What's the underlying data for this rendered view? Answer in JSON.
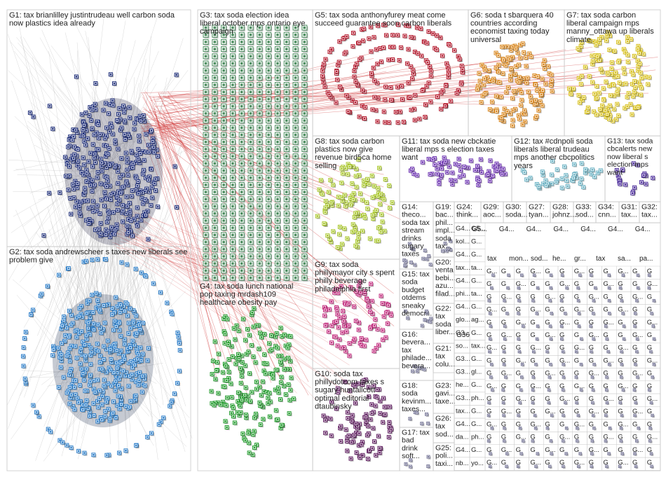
{
  "colors": {
    "background": "#ffffff",
    "box_border": "#c8c8c8",
    "label_text": "#222222",
    "edge_gray": "#bfbfbf",
    "edge_red": "#d23c3c",
    "node_border": "#333333",
    "groups": {
      "G1": "#1f2f7a",
      "G2": "#2c7ec9",
      "G3": "#4f8f62",
      "G4": "#1f9a2a",
      "G5": "#b3162a",
      "G6": "#d9861c",
      "G7": "#d8c11d",
      "G8": "#a8c628",
      "G9": "#c0267a",
      "G10": "#5d1a5e",
      "G11": "#6a2fb0",
      "G12": "#6ab2c4",
      "G13": "#4a2a9a",
      "small": "#7a7a9a"
    }
  },
  "groups": [
    {
      "id": "G1",
      "lines": [
        "G1: tax brianlilley justintrudeau well carbon soda",
        "now plastics idea already"
      ]
    },
    {
      "id": "G2",
      "lines": [
        "G2: tax soda andrewscheer s taxes new liberals see",
        "problem give"
      ]
    },
    {
      "id": "G3",
      "lines": [
        "G3: tax soda election idea",
        "liberal october mps ontario eye",
        "campaign"
      ]
    },
    {
      "id": "G4",
      "lines": [
        "G4: tax soda lunch national",
        "pop taxing mrdash109",
        "healthcare obesity pay"
      ]
    },
    {
      "id": "G5",
      "lines": [
        "G5: tax soda anthonyfurey meat come",
        "succeed guarantee soon carbon liberals"
      ]
    },
    {
      "id": "G6",
      "lines": [
        "G6: soda t sbarquera 40",
        "countries according",
        "economist taxing today",
        "universal"
      ]
    },
    {
      "id": "G7",
      "lines": [
        "G7: tax soda carbon",
        "liberal campaign mps",
        "manny_ottawa up liberals",
        "climate"
      ]
    },
    {
      "id": "G8",
      "lines": [
        "G8: tax soda carbon",
        "plastics now give",
        "revenue bird5ca home",
        "selling"
      ]
    },
    {
      "id": "G9",
      "lines": [
        "G9: tax soda",
        "phillymayor city s spent",
        "philly beverage",
        "philadelphia first"
      ]
    },
    {
      "id": "G10",
      "lines": [
        "G10: soda tax",
        "phillydotcom taxes s",
        "sugary huntallcott",
        "optimal editorial",
        "dtaubinsky"
      ]
    },
    {
      "id": "G11",
      "lines": [
        "G11: tax soda new cbckatie",
        "liberal mps s election taxes",
        "want"
      ]
    },
    {
      "id": "G12",
      "lines": [
        "G12: tax #cdnpoli soda",
        "liberals liberal trudeau",
        "mps another cbcpolitics",
        "years"
      ]
    },
    {
      "id": "G13",
      "lines": [
        "G13: tax soda",
        "cbcalerts new",
        "now liberal s",
        "election mps",
        "want"
      ]
    },
    {
      "id": "G14",
      "lines": [
        "G14:",
        "theco...",
        "soda tax",
        "stream",
        "drinks",
        "sugary",
        "taxes"
      ]
    },
    {
      "id": "G15",
      "lines": [
        "G15: tax",
        "soda",
        "budget",
        "otdems",
        "sneaky",
        "democr..."
      ]
    },
    {
      "id": "G16",
      "lines": [
        "G16:",
        "bevera...",
        "tax",
        "philade...",
        "bevera..."
      ]
    },
    {
      "id": "G17",
      "lines": [
        "G17: tax",
        "bad",
        "drink",
        "soft..."
      ]
    },
    {
      "id": "G18",
      "lines": [
        "G18:",
        "soda",
        "kevinm...",
        "taxes..."
      ]
    },
    {
      "id": "G19",
      "lines": [
        "G19:",
        "bac...",
        "phil...",
        "impl...",
        "soda",
        "tax..."
      ]
    },
    {
      "id": "G20",
      "lines": [
        "G20:",
        "venta",
        "bebi...",
        "azu...",
        "filad..."
      ]
    },
    {
      "id": "G21",
      "lines": [
        "G21:",
        "tax",
        "colu..."
      ]
    },
    {
      "id": "G22",
      "lines": [
        "G22:",
        "tax",
        "soda",
        "liber..."
      ]
    },
    {
      "id": "G23",
      "lines": [
        "G23:",
        "gavi...",
        "taxe..."
      ]
    },
    {
      "id": "G24",
      "lines": [
        "G24:",
        "think..."
      ]
    },
    {
      "id": "G25",
      "lines": [
        "G25:",
        "poli...",
        "taxi..."
      ]
    },
    {
      "id": "G26",
      "lines": [
        "G26:",
        "tax",
        "sod..."
      ]
    },
    {
      "id": "G27",
      "lines": [
        "G27:",
        "tyan..."
      ]
    },
    {
      "id": "G28",
      "lines": [
        "G28:",
        "johnz..."
      ]
    },
    {
      "id": "G29",
      "lines": [
        "G29:",
        "aoc..."
      ]
    },
    {
      "id": "G30",
      "lines": [
        "G30:",
        "soda..."
      ]
    },
    {
      "id": "G31",
      "lines": [
        "G31:",
        "tax..."
      ]
    },
    {
      "id": "G32",
      "lines": [
        "G32:",
        "tax..."
      ]
    },
    {
      "id": "G33",
      "lines": [
        "G33:",
        "sod..."
      ]
    },
    {
      "id": "G34",
      "lines": [
        "G34:",
        "cnn..."
      ]
    },
    {
      "id": "G36",
      "lines": [
        "G36"
      ]
    }
  ],
  "small_cell_labels": {
    "col_a": [
      "G4...",
      "kol...",
      "G4...",
      "tax...",
      "G4...",
      "phi...",
      "G4...",
      "glo...",
      "G3...",
      "so...",
      "G3...",
      "G3...",
      "he...",
      "G3...",
      "tax...",
      "G4...",
      "da...",
      "G4...",
      "nb..."
    ],
    "col_b": [
      "G5...",
      "G...",
      "G...",
      "ta...",
      "G...",
      "ta...",
      "G...",
      "ag...",
      "G...",
      "tax...",
      "G...",
      "gl...",
      "G...",
      "ph...",
      "G...",
      "G...",
      "ph...",
      "G...",
      "yo..."
    ],
    "row_c": [
      "G5...",
      "G4...",
      "G4...",
      "G4...",
      "G4...",
      "G4...",
      "G4..."
    ],
    "row_d": [
      "tax",
      "mon...",
      "sod...",
      "he...",
      "gr...",
      "tax",
      "sa...",
      "pa..."
    ],
    "grid_cell": "G...",
    "grid_cell_short": "G"
  }
}
